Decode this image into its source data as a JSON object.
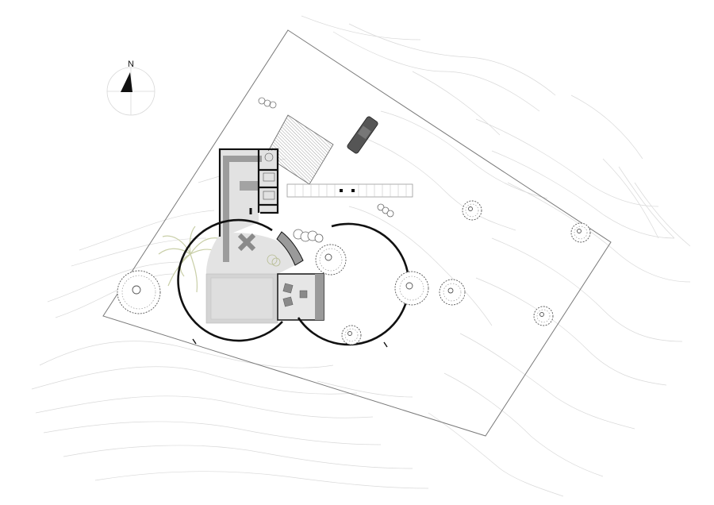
{
  "drawing": {
    "type": "site-plan",
    "north_label": "N",
    "colors": {
      "background": "#ffffff",
      "contour": "#d6d6d6",
      "site_boundary": "#7a7a7a",
      "wall": "#111111",
      "floor_fill": "#dcdcdc",
      "dark_fill": "#9a9a9a",
      "tree_outline": "#555555",
      "palm": "#c9cfa8"
    },
    "elements": {
      "circular_walls": 2,
      "trees": 9,
      "vehicles": 1,
      "boardwalk": 1,
      "hatched_roof": 1
    }
  }
}
